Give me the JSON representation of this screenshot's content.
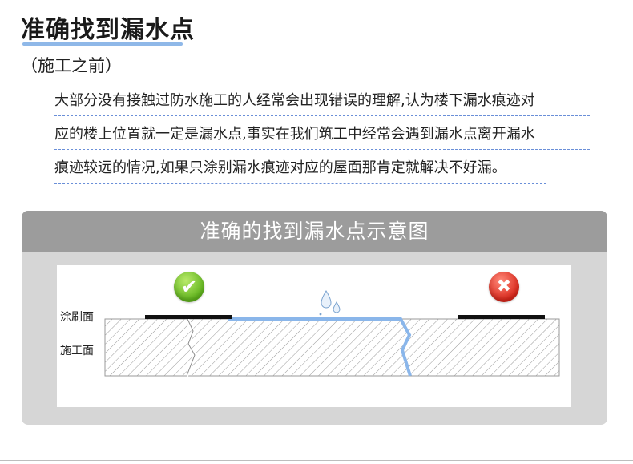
{
  "header": {
    "title": "准确找到漏水点",
    "subtitle": "（施工之前）"
  },
  "intro": {
    "lines": [
      "大部分没有接触过防水施工的人经常会出现错误的理解,认为楼下漏水痕迹对",
      "应的楼上位置就一定是漏水点,事实在我们筑工中经常会遇到漏水点离开漏水",
      "痕迹较远的情况,如果只涂别漏水痕迹对应的屋面那肯定就解决不好漏。"
    ]
  },
  "diagram": {
    "heading": "准确的找到漏水点示意图",
    "labels": {
      "coating": "涂刷面",
      "construction": "施工面"
    },
    "icons": {
      "correct": "check-icon",
      "wrong": "cross-icon",
      "water": "water-drop-icon"
    },
    "colors": {
      "correct": "#5fb31c",
      "wrong": "#d8261a",
      "water_path": "#8ab6ea",
      "header_bg": "#9c9c9c",
      "panel_bg": "#d6d6d6"
    }
  }
}
